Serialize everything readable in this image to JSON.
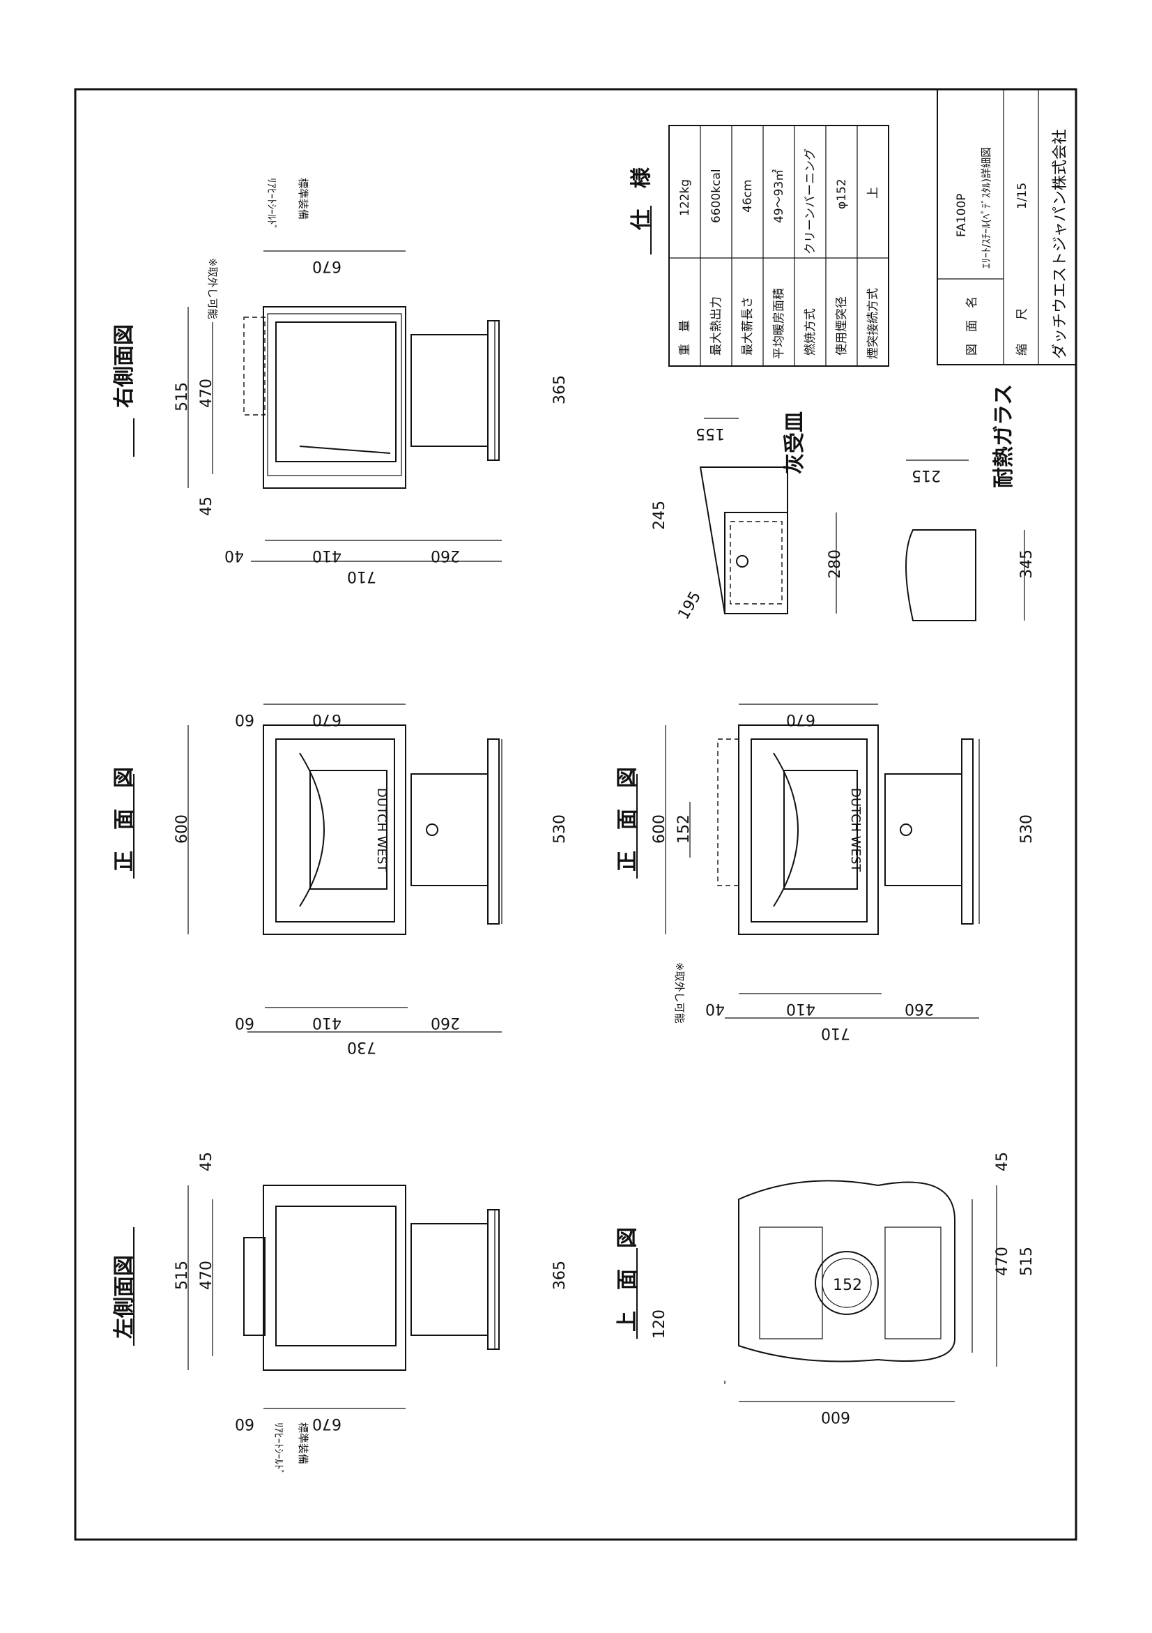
{
  "titles": {
    "right_side": "右側面図",
    "front": "正　面　図",
    "left_side": "左側面図",
    "top": "上　面　図",
    "specs": "仕　様",
    "ash_pan": "灰受皿",
    "glass": "耐熱ガラス"
  },
  "notes": {
    "removable": "※取外し可能",
    "rear_heat_shield": "ﾘｱﾋｰﾄｼｰﾙﾄﾞ",
    "standard_equipment": "標準装備"
  },
  "brand": "DUTCH WEST",
  "dims": {
    "d710": "710",
    "d410": "410",
    "d260": "260",
    "d40": "40",
    "d45": "45",
    "d515": "515",
    "d470": "470",
    "d670": "670",
    "d365": "365",
    "d730": "730",
    "d60": "60",
    "d600": "600",
    "d530": "530",
    "d152": "152",
    "d120": "120",
    "d245": "245",
    "d155": "155",
    "d195": "195",
    "d280": "280",
    "d215": "215",
    "d345": "345"
  },
  "specs": [
    {
      "label": "重　量",
      "value": "122kg"
    },
    {
      "label": "最大熱出力",
      "value": "6600kcal"
    },
    {
      "label": "最大薪長さ",
      "value": "46cm"
    },
    {
      "label": "平均暖房面積",
      "value": "49～93㎡"
    },
    {
      "label": "燃焼方式",
      "value": "クリーンバーニング"
    },
    {
      "label": "使用煙突径",
      "value": "φ152"
    },
    {
      "label": "煙突接続方式",
      "value": "上"
    }
  ],
  "title_block": {
    "drawing_name_label": "図　面　名",
    "model": "FA100P",
    "drawing_title": "ｴﾘｰﾄ/ｽﾁｰﾙ(ﾍﾟﾃﾞｽﾀﾙ)詳細図",
    "scale_label": "縮　　尺",
    "scale": "1/15",
    "company": "ダッチウエストジャパン株式会社"
  }
}
